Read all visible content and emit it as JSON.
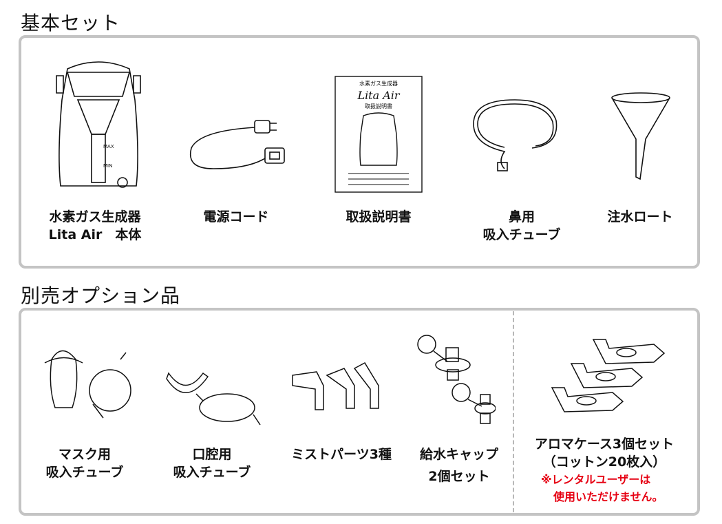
{
  "basic_set": {
    "title": "基本セット",
    "items": [
      {
        "line1": "水素ガス生成器",
        "line2": "Lita Air　本体",
        "icon": "hydrogen-generator",
        "art_text": {
          "max": "MAX",
          "min": "MIN"
        }
      },
      {
        "line1": "電源コード",
        "icon": "power-cord"
      },
      {
        "line1": "取扱説明書",
        "icon": "manual",
        "art_text": {
          "header": "水素ガス生成器",
          "logo": "Lita Air",
          "title": "取扱説明書"
        }
      },
      {
        "line1": "鼻用",
        "line2": "吸入チューブ",
        "icon": "nasal-tube"
      },
      {
        "line1": "注水ロート",
        "icon": "funnel"
      }
    ]
  },
  "options": {
    "title": "別売オプション品",
    "items": [
      {
        "line1": "マスク用",
        "line2": "吸入チューブ",
        "icon": "mask-tube"
      },
      {
        "line1": "口腔用",
        "line2": "吸入チューブ",
        "icon": "mouthpiece-tube"
      },
      {
        "line1": "ミストパーツ3種",
        "icon": "mist-parts"
      },
      {
        "line1": "給水キャップ",
        "line2": "2個セット",
        "icon": "water-cap"
      },
      {
        "line1": "アロマケース3個セット",
        "line2": "（コットン20枚入）",
        "note1": "※レンタルユーザーは",
        "note2": "使用いただけません。",
        "icon": "aroma-case"
      }
    ]
  },
  "colors": {
    "note": "#e60012",
    "border": "#c4c4c4"
  }
}
